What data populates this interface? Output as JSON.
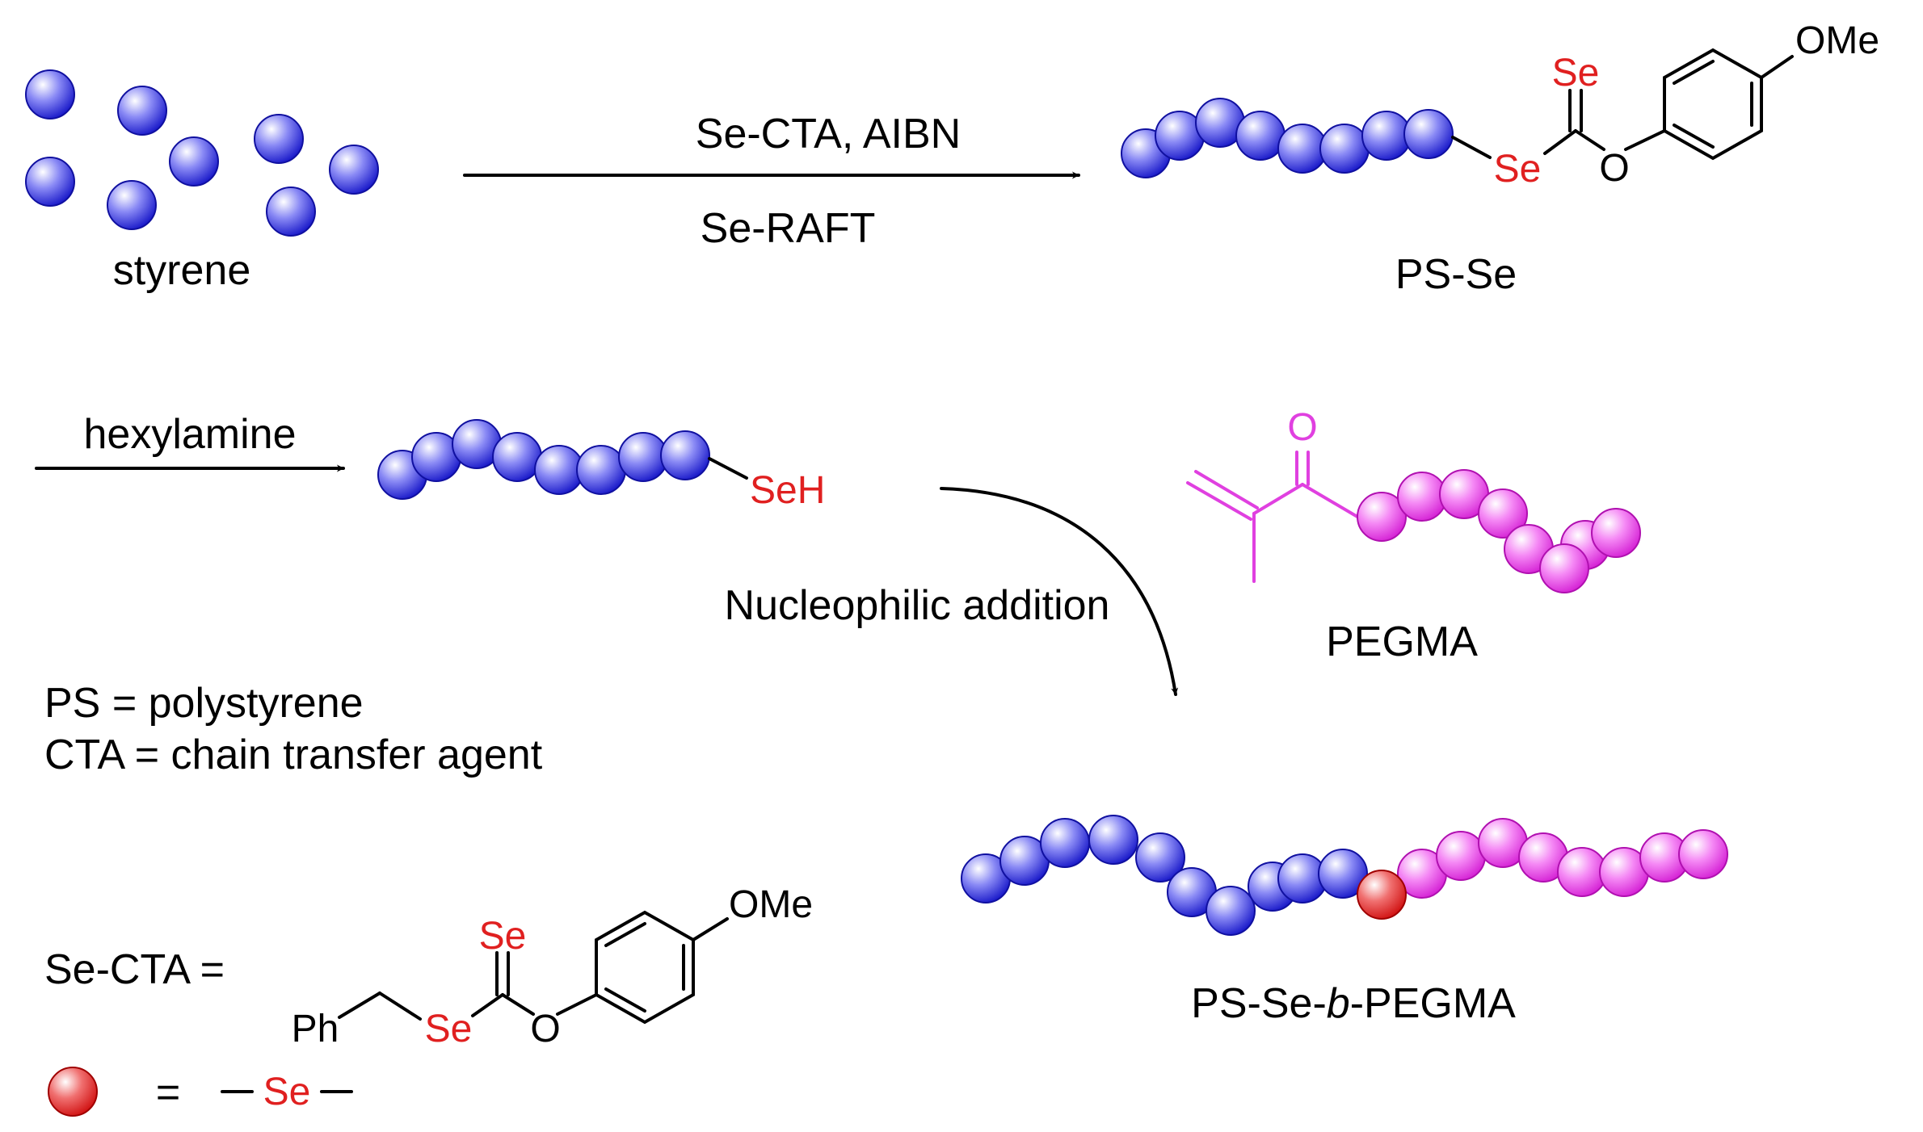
{
  "colors": {
    "styrene_bead": "#3b3bdd",
    "pegma_bead": "#e83ae8",
    "selenium_bead": "#e02020",
    "selenium_text": "#e02020",
    "pegma_text": "#e040e0",
    "ink": "#000000"
  },
  "labels": {
    "styrene": "styrene",
    "reagents": "Se-CTA, AIBN",
    "conditions": "Se-RAFT",
    "ps_se": "PS-Se",
    "hexylamine": "hexylamine",
    "nucleophilic": "Nucleophilic addition",
    "pegma": "PEGMA",
    "product_prefix": "PS-Se-",
    "product_italic": "b",
    "product_suffix": "-PEGMA",
    "legend_ps": "PS = polystyrene",
    "legend_cta": "CTA = chain transfer agent",
    "se_cta_eq": "Se-CTA =",
    "bead_eq": "="
  },
  "atoms": {
    "se": "Se",
    "o": "O",
    "ome": "OMe",
    "seh": "SeH",
    "ph": "Ph",
    "se_linker": "Se"
  }
}
